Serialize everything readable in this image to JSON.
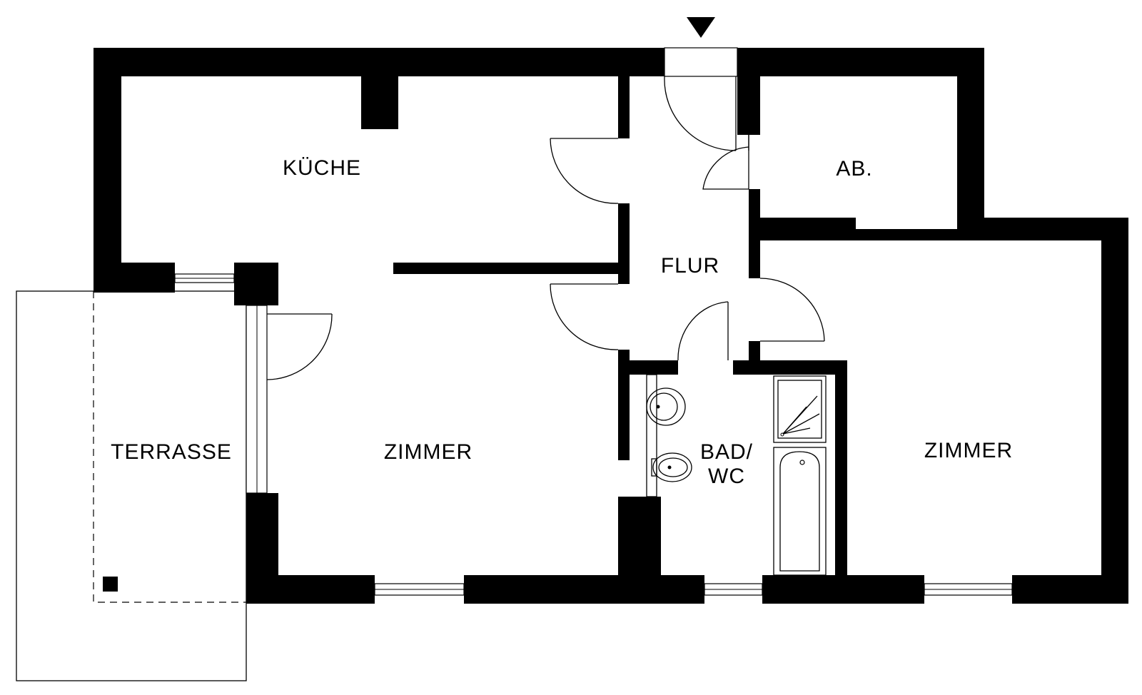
{
  "floorplan": {
    "rooms": {
      "kueche": "KÜCHE",
      "abstellraum": "AB.",
      "flur": "FLUR",
      "terrasse": "TERRASSE",
      "zimmer_links": "ZIMMER",
      "bad_line1": "BAD/",
      "bad_line2": "WC",
      "zimmer_rechts": "ZIMMER"
    },
    "entrance_marker": "entrance-arrow-icon",
    "colors": {
      "walls": "#000000",
      "background": "#ffffff",
      "lines": "#000000"
    }
  }
}
